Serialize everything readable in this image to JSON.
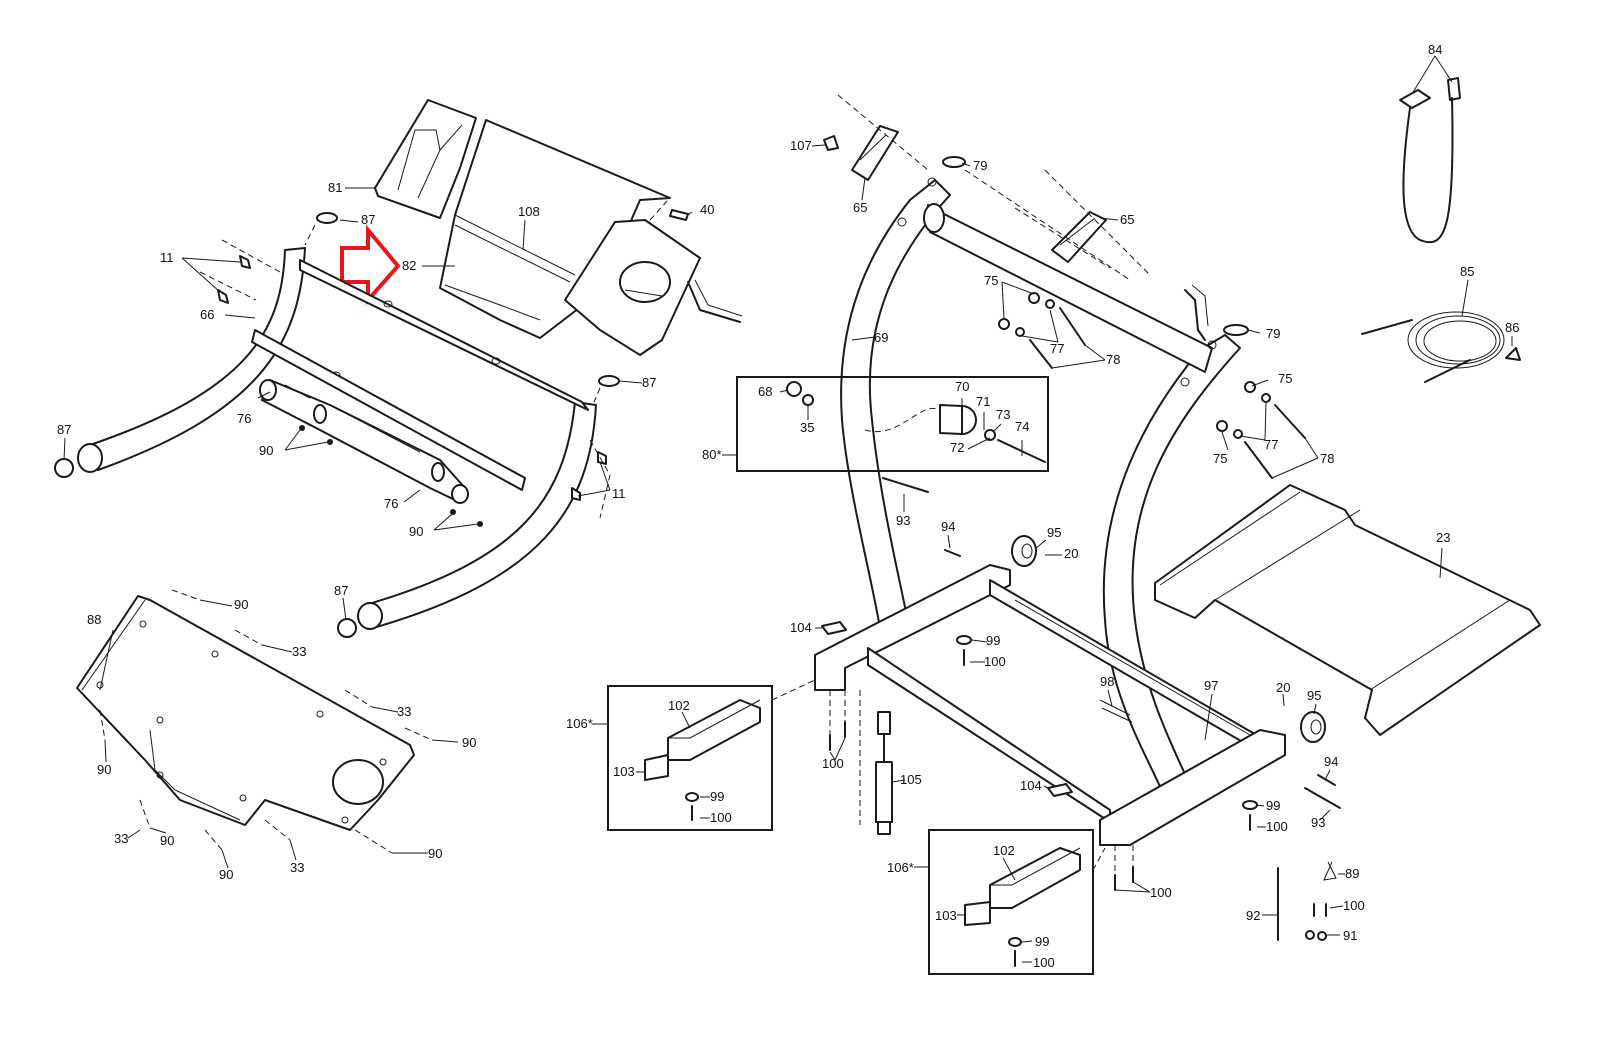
{
  "diagram": {
    "highlight_color": "#e8151b",
    "line_color": "#1a1a1a",
    "background": "#ffffff"
  },
  "labels": {
    "l84": "84",
    "l107": "107",
    "l79a": "79",
    "l65a": "65",
    "l65b": "65",
    "l81": "81",
    "l108": "108",
    "l40": "40",
    "l87a": "87",
    "l11a": "11",
    "l82": "82",
    "l66": "66",
    "l69": "69",
    "l85": "85",
    "l75a": "75",
    "l77a": "77",
    "l78a": "78",
    "l79b": "79",
    "l86": "86",
    "l87b": "87",
    "l76a": "76",
    "l87c": "87",
    "l90a": "90",
    "l68": "68",
    "l70": "70",
    "l71": "71",
    "l73": "73",
    "l35": "35",
    "l72": "72",
    "l74": "74",
    "l80": "80*",
    "l75b": "75",
    "l77b": "77",
    "l75c": "75",
    "l78b": "78",
    "l11b": "11",
    "l76b": "76",
    "l90b": "90",
    "l93a": "93",
    "l94a": "94",
    "l95a": "95",
    "l20a": "20",
    "l23": "23",
    "l87d": "87",
    "l90c": "90",
    "l88": "88",
    "l33a": "33",
    "l104a": "104",
    "l99a": "99",
    "l100a": "100",
    "l33b": "33",
    "l90d": "90",
    "l90e": "90",
    "l106a": "106*",
    "l102a": "102",
    "l98": "98",
    "l97": "97",
    "l20b": "20",
    "l95b": "95",
    "l100b": "100",
    "l103a": "103",
    "l105": "105",
    "l104b": "104",
    "l94b": "94",
    "l99b": "99",
    "l100c": "100",
    "l93b": "93",
    "l99c": "99",
    "l100d": "100",
    "l33c": "33",
    "l90f": "90",
    "l90g": "90",
    "l90h": "90",
    "l33d": "33",
    "l102b": "102",
    "l106b": "106*",
    "l89": "89",
    "l103b": "103",
    "l100e": "100",
    "l92": "92",
    "l91": "91",
    "l99d": "99",
    "l100f": "100"
  }
}
